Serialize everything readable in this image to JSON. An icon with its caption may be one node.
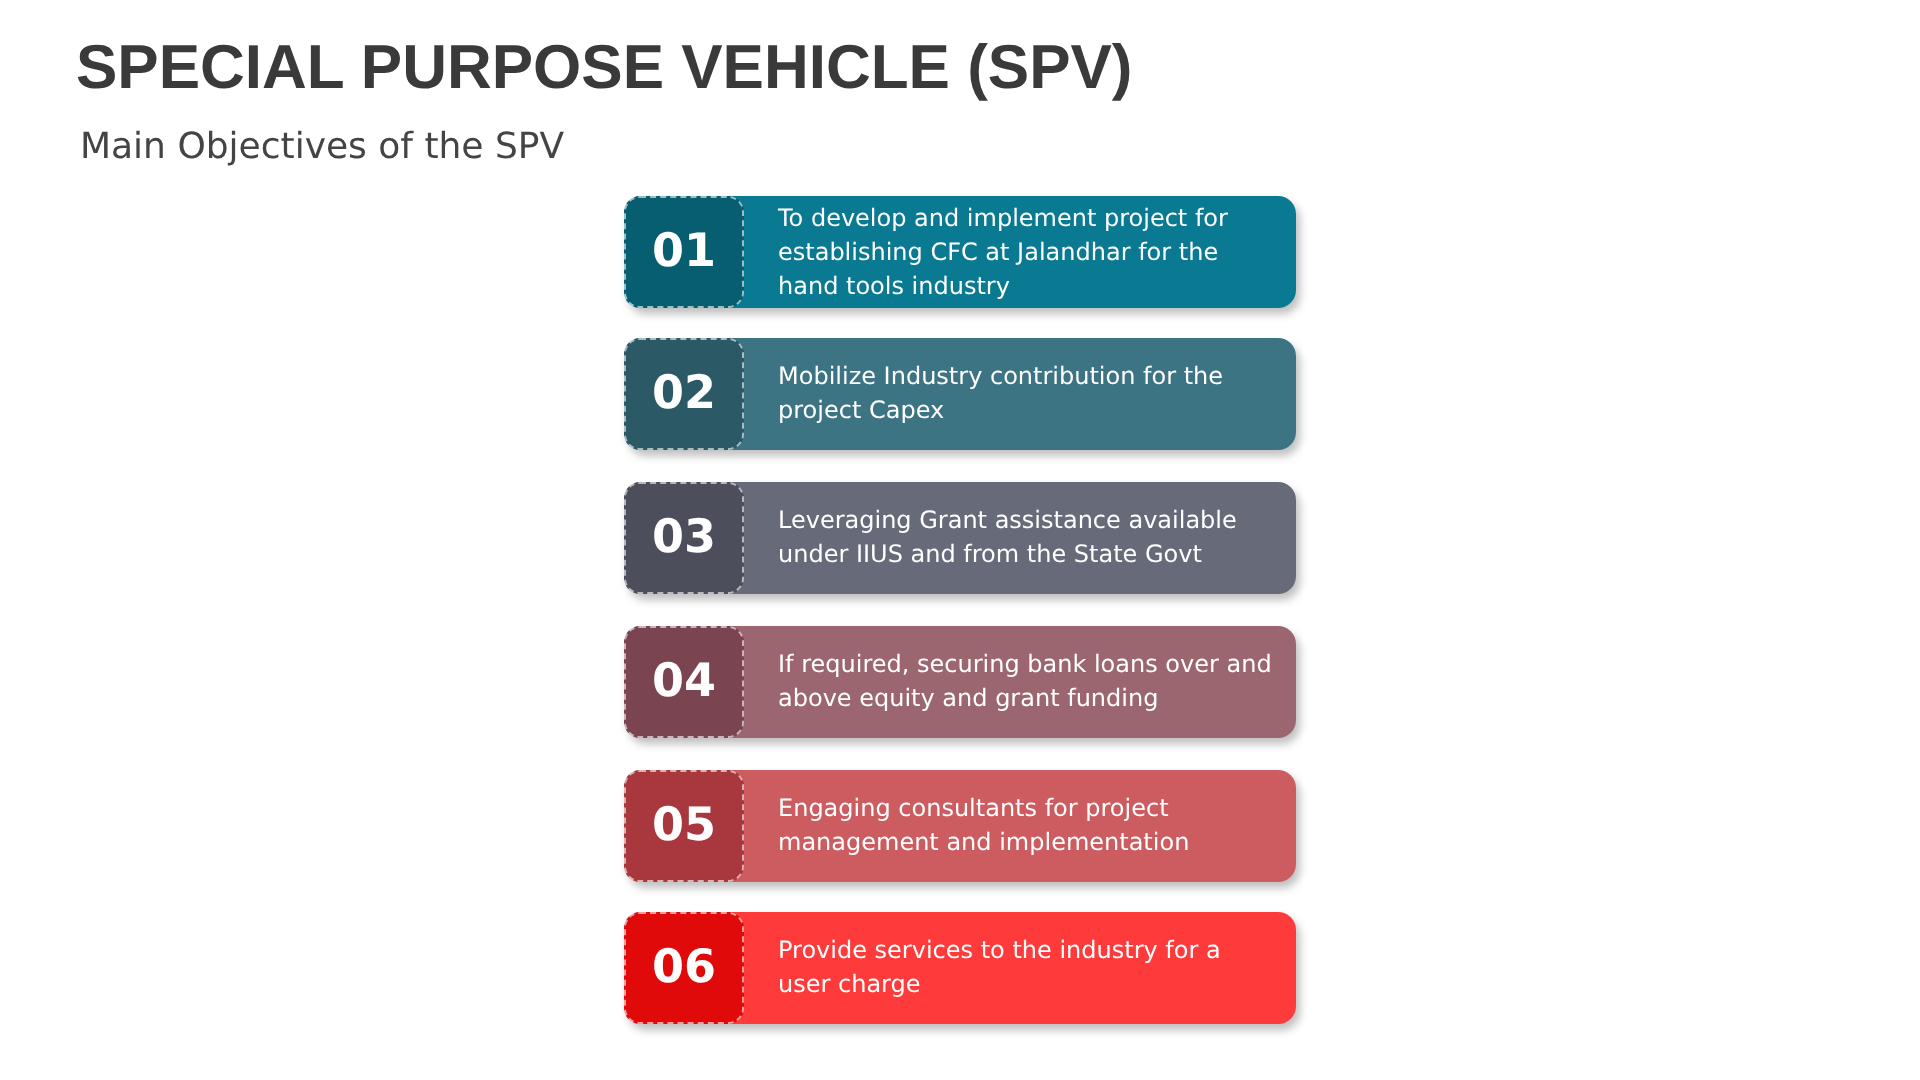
{
  "diagram": {
    "title": "SPECIAL PURPOSE VEHICLE (SPV)",
    "nodes": [
      {
        "text": [
          "01",
          "To develop and implement project for establishing CFC at Jalandhar for the hand tools industry"
        ]
      },
      {
        "text": [
          "02",
          "Mobilize Industry contribution for the project Capex"
        ]
      },
      {
        "text": [
          "03",
          "Leveraging Grant assistance available under IIUS and from the State Govt"
        ]
      },
      {
        "text": [
          "04",
          "If required, securing bank loans over and above equity and grant funding"
        ]
      },
      {
        "text": [
          "05",
          "Engaging consultants for project management and implementation"
        ]
      },
      {
        "text": [
          "06",
          "Provide services to the industry for a user charge"
        ]
      }
    ],
    "labels": [
      "Main Objectives of the SPV"
    ]
  }
}
